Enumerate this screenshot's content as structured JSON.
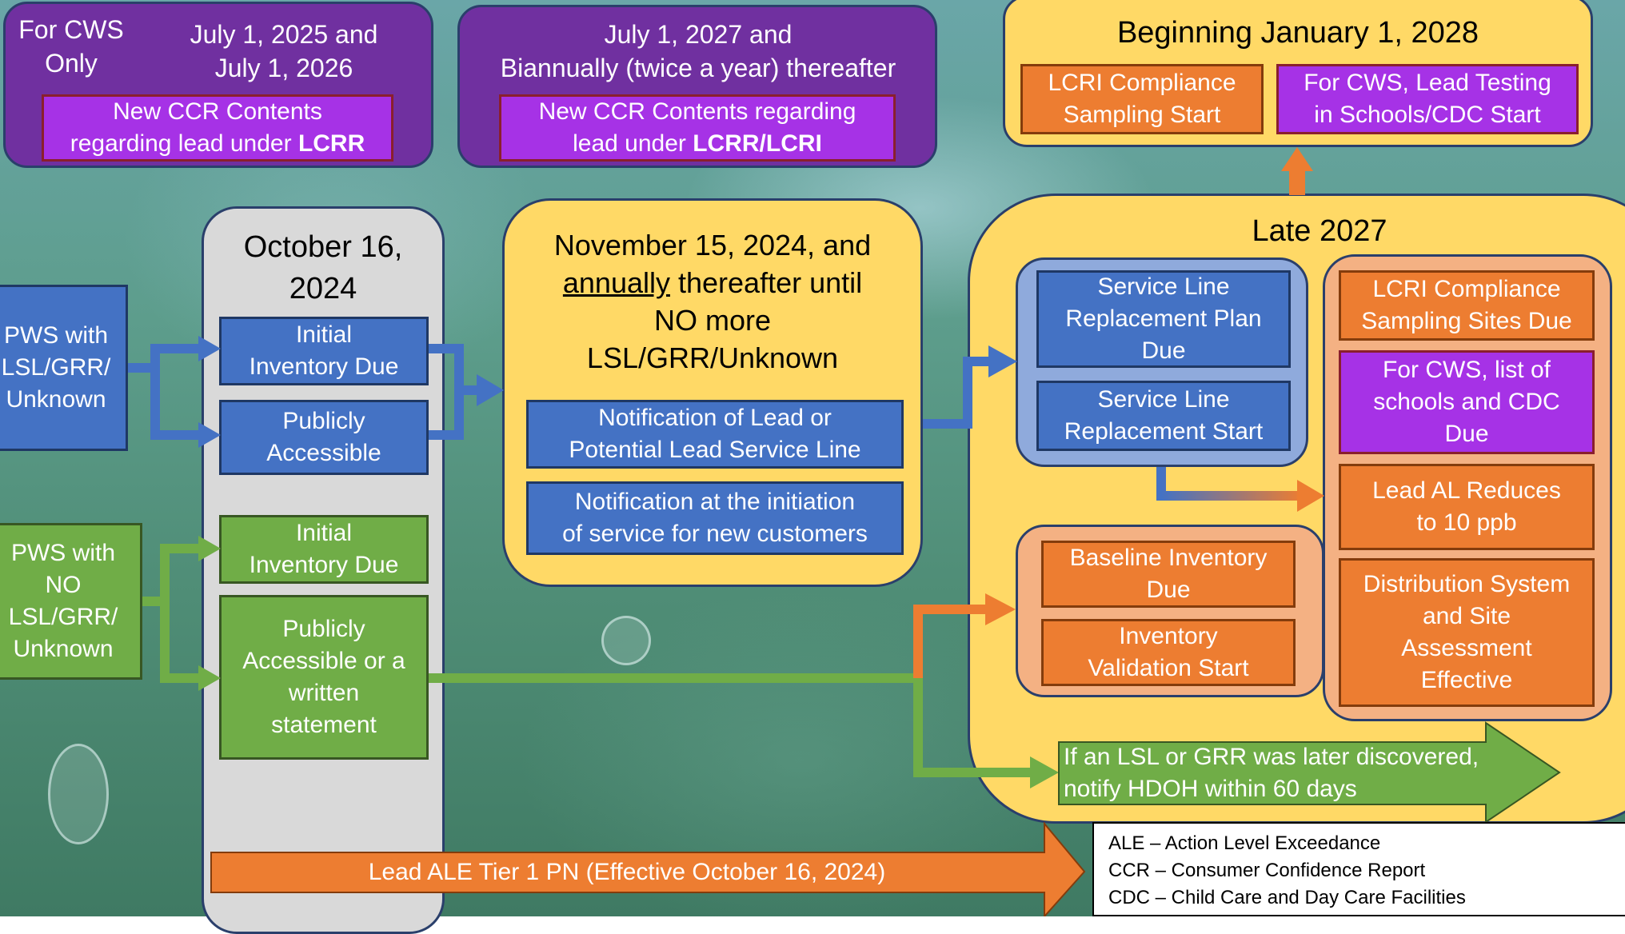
{
  "top_left": {
    "cws_only": "For CWS\nOnly",
    "dates": "July 1, 2025 and\nJuly 1, 2026",
    "ccr_prefix": "New CCR Contents\nregarding lead under ",
    "ccr_bold": "LCRR"
  },
  "top_mid": {
    "dates": "July 1, 2027 and\nBiannually (twice a year) thereafter",
    "ccr_prefix": "New CCR Contents regarding\nlead under ",
    "ccr_bold": "LCRR/LCRI"
  },
  "top_right": {
    "title": "Beginning January 1, 2028",
    "sampling_start": "LCRI Compliance\nSampling Start",
    "lead_testing": "For CWS, Lead Testing\nin Schools/CDC Start"
  },
  "pws_lsl": "PWS with\nLSL/GRR/\nUnknown",
  "pws_no_lsl": "PWS with\nNO\nLSL/GRR/\nUnknown",
  "oct": {
    "title": "October 16,\n2024",
    "initial_inventory_blue": "Initial\nInventory Due",
    "publicly_accessible_blue": "Publicly\nAccessible",
    "initial_inventory_green": "Initial\nInventory Due",
    "publicly_accessible_green": "Publicly\nAccessible or a\nwritten\nstatement"
  },
  "nov": {
    "line1": "November 15, 2024, and",
    "underlined": "annually",
    "line2_rest": " thereafter until",
    "line3": "NO more\nLSL/GRR/Unknown",
    "notification_lead": "Notification of Lead or\nPotential Lead Service Line",
    "notification_initiation": "Notification at the initiation\nof service for new customers"
  },
  "late2027": {
    "title": "Late 2027",
    "slr_plan": "Service Line\nReplacement Plan\nDue",
    "slr_start": "Service Line\nReplacement Start",
    "baseline_inventory": "Baseline Inventory\nDue",
    "inventory_validation": "Inventory\nValidation Start",
    "sampling_sites": "LCRI Compliance\nSampling Sites Due",
    "schools_list": "For CWS, list of\nschools and CDC\nDue",
    "lead_al": "Lead AL Reduces\nto 10 ppb",
    "distribution": "Distribution System\nand Site\nAssessment\nEffective",
    "lsl_discovered": "If an LSL or GRR was later discovered,\nnotify HDOH within 60 days"
  },
  "lead_ale": "Lead ALE Tier 1 PN (Effective October 16, 2024)",
  "legend": [
    "ALE – Action Level Exceedance",
    "CCR – Consumer Confidence Report",
    "CDC – Child Care and Day Care Facilities"
  ],
  "colors": {
    "purple": "#7030a0",
    "violet": "#a632e6",
    "blue": "#4472c4",
    "green": "#70ad47",
    "orange": "#ed7d31",
    "yellow": "#ffd966",
    "gray": "#d9d9d9"
  }
}
